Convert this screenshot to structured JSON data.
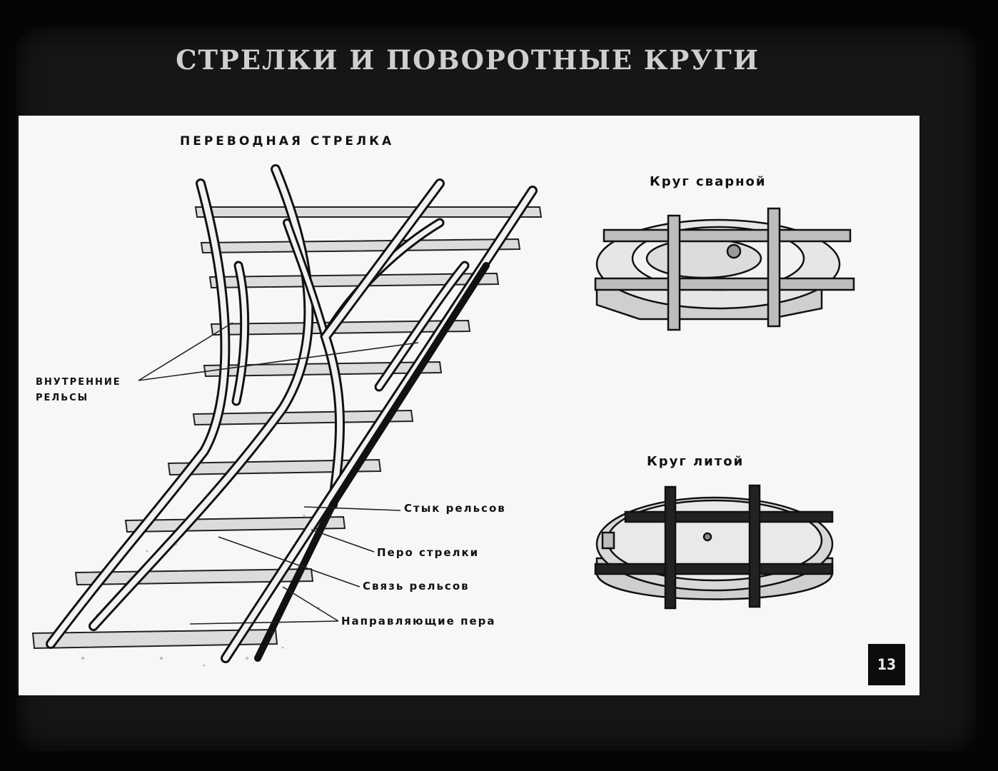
{
  "title": "СТРЕЛКИ И ПОВОРОТНЫЕ КРУГИ",
  "labels": {
    "main": "ПЕРЕВОДНАЯ СТРЕЛКА",
    "welded": "Круг сварной",
    "cast": "Круг литой",
    "inner_line1": "ВНУТРЕННИЕ",
    "inner_line2": "РЕЛЬСЫ",
    "joint": "Стык рельсов",
    "switch_blade": "Перо стрелки",
    "rail_tie": "Связь рельсов",
    "guide_blades": "Направляющие пера"
  },
  "page_number": "13",
  "colors": {
    "background": "#050505",
    "frame": "#161616",
    "panel": "#f7f7f5",
    "ink": "#111111"
  }
}
